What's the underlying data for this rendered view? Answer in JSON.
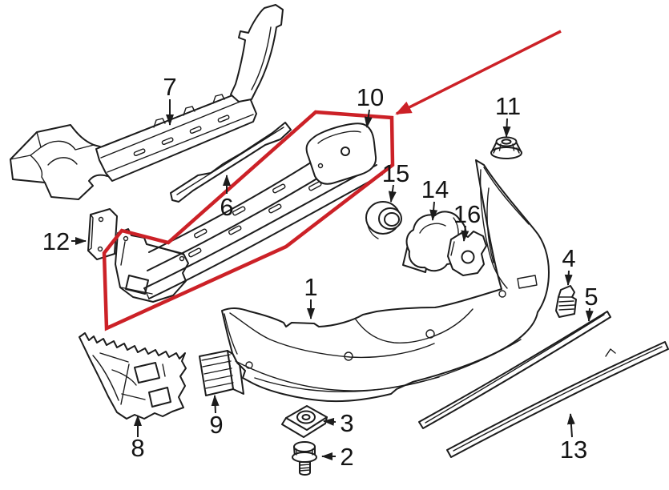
{
  "diagram": {
    "type": "exploded-parts-diagram",
    "background_color": "#ffffff",
    "line_color": "#1c1c1c",
    "highlight_color": "#cc2127",
    "highlight": {
      "points_to_callout": "10"
    },
    "callouts": {
      "c1": {
        "label": "1"
      },
      "c2": {
        "label": "2"
      },
      "c3": {
        "label": "3"
      },
      "c4": {
        "label": "4"
      },
      "c5": {
        "label": "5"
      },
      "c6": {
        "label": "6"
      },
      "c7": {
        "label": "7"
      },
      "c8": {
        "label": "8"
      },
      "c9": {
        "label": "9"
      },
      "c10": {
        "label": "10"
      },
      "c11": {
        "label": "11"
      },
      "c12": {
        "label": "12"
      },
      "c13": {
        "label": "13"
      },
      "c14": {
        "label": "14"
      },
      "c15": {
        "label": "15"
      },
      "c16": {
        "label": "16"
      }
    }
  }
}
